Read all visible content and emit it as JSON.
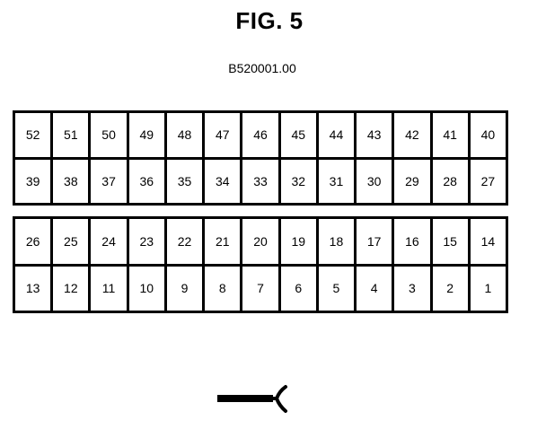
{
  "figure": {
    "title": "FIG. 5",
    "code": "B520001.00"
  },
  "connector": {
    "upper_block": {
      "row1": [
        "52",
        "51",
        "50",
        "49",
        "48",
        "47",
        "46",
        "45",
        "44",
        "43",
        "42",
        "41",
        "40"
      ],
      "row2": [
        "39",
        "38",
        "37",
        "36",
        "35",
        "34",
        "33",
        "32",
        "31",
        "30",
        "29",
        "28",
        "27"
      ]
    },
    "lower_block": {
      "row1": [
        "26",
        "25",
        "24",
        "23",
        "22",
        "21",
        "20",
        "19",
        "18",
        "17",
        "16",
        "15",
        "14"
      ],
      "row2": [
        "13",
        "12",
        "11",
        "10",
        "9",
        "8",
        "7",
        "6",
        "5",
        "4",
        "3",
        "2",
        "1"
      ]
    }
  },
  "orientation_key_icon": "connector-key-icon"
}
